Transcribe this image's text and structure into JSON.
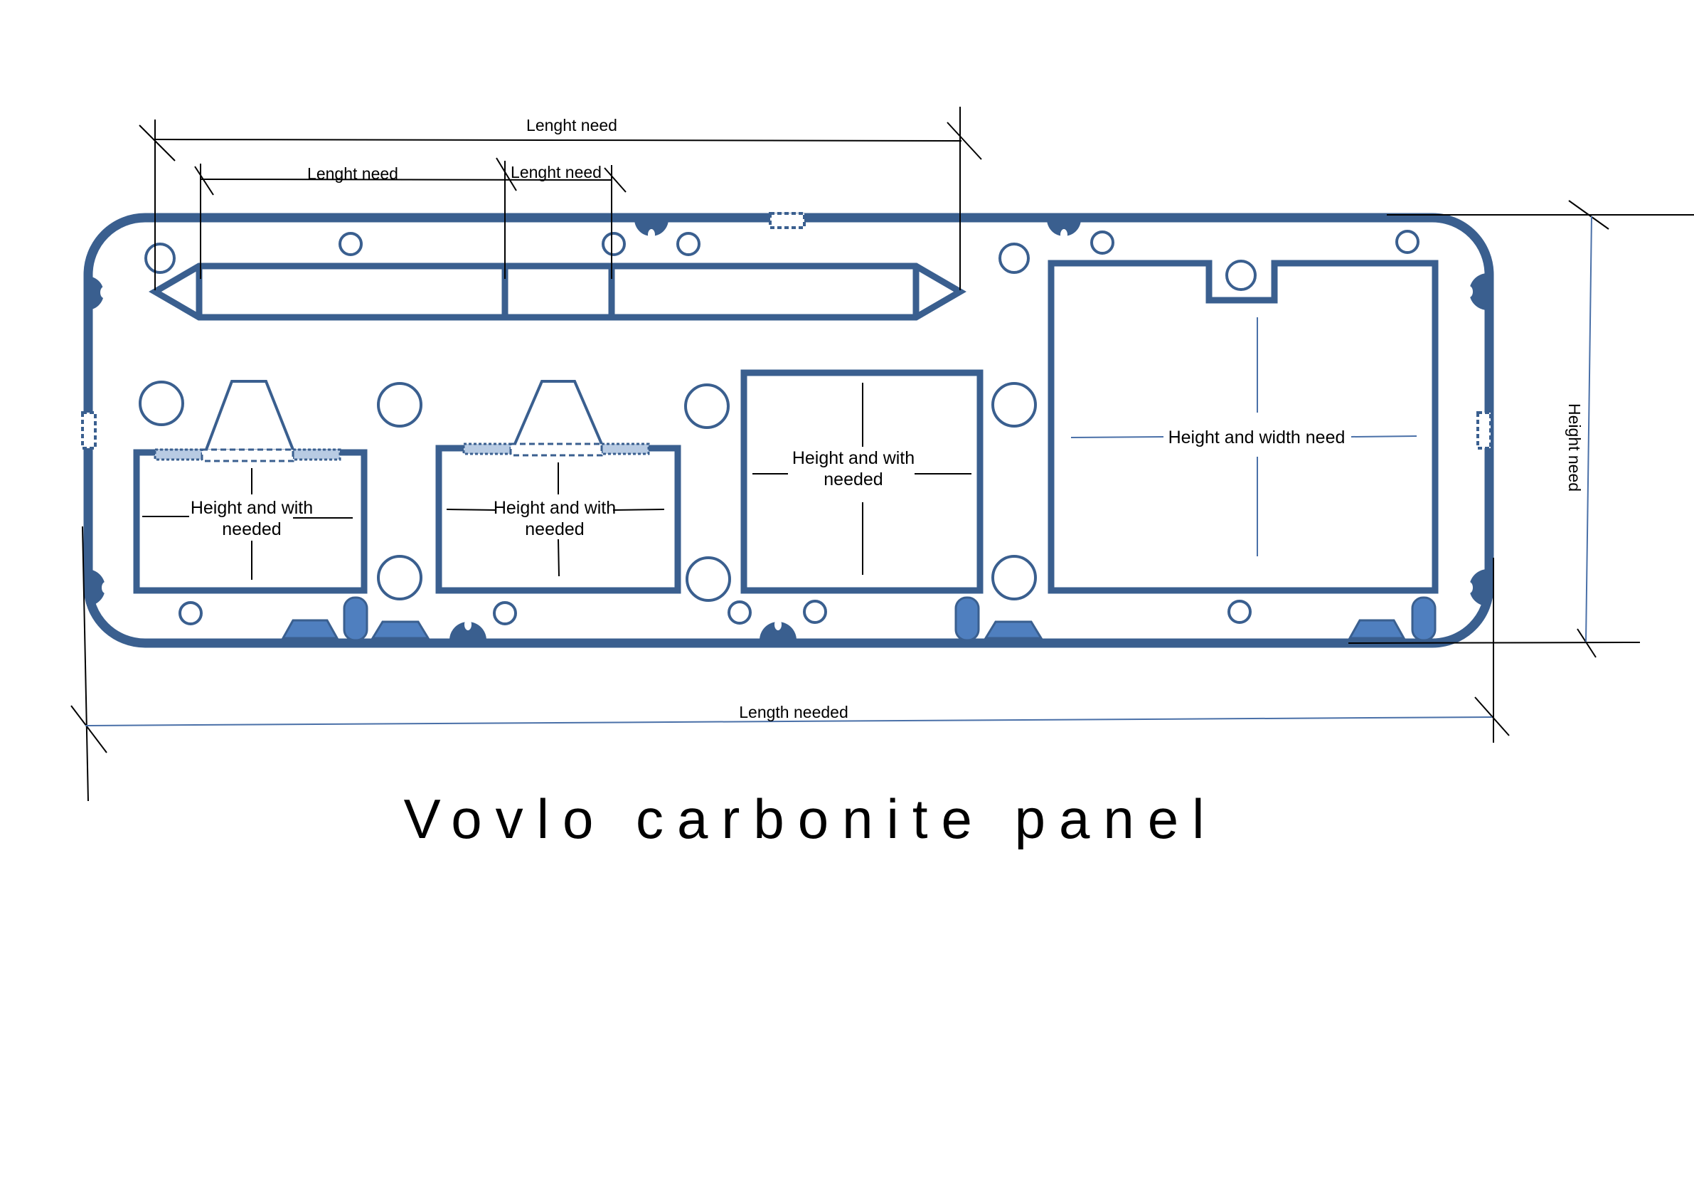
{
  "title": "Vovlo carbonite panel",
  "labels": {
    "top_length": "Lenght need",
    "top_sub_left": "Lenght need",
    "top_sub_mid": "Lenght need",
    "bottom_length": "Length needed",
    "right_height": "Height need",
    "box1_line1": "Height and with",
    "box1_line2": "needed",
    "box2_line1": "Height and with",
    "box2_line2": "needed",
    "box3_line1": "Height and with",
    "box3_line2": "needed",
    "box4": "Height and width need"
  },
  "colors": {
    "panel_outline": "#3a5f8f",
    "panel_fill_accent": "#4f7fbf",
    "light_accent": "#b8cbe3",
    "dimension_lines": "#000000",
    "blue_dimension": "#4a70a8"
  }
}
